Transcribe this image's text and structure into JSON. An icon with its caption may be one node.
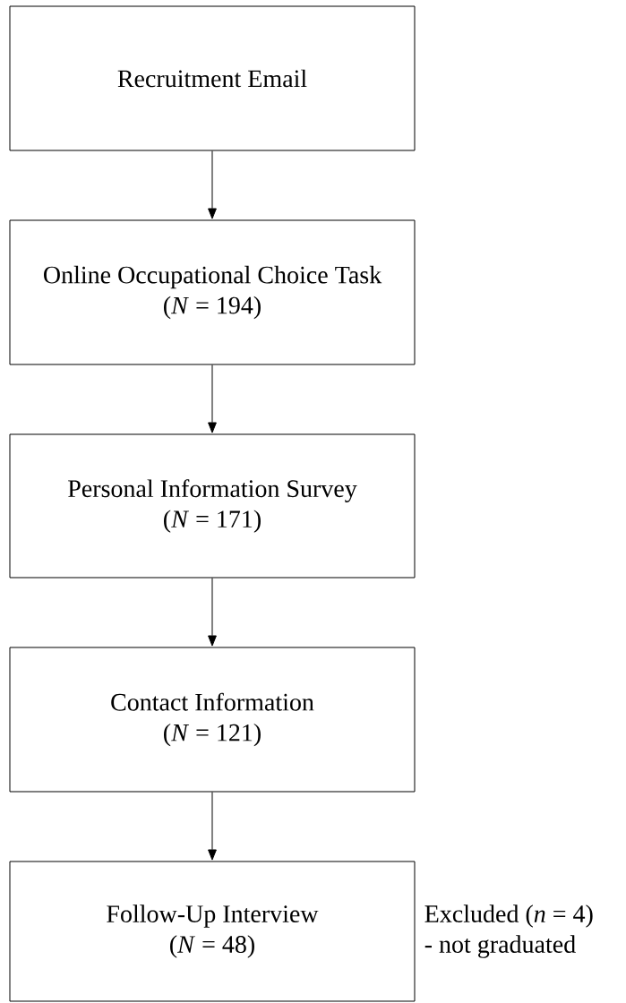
{
  "diagram": {
    "nodes": [
      {
        "text": [
          "Recruitment Email"
        ]
      },
      {
        "text": [
          "Online Occupational Choice Task",
          "(*N* = 194)"
        ]
      },
      {
        "text": [
          "Personal Information Survey",
          "(*N* = 171)"
        ]
      },
      {
        "text": [
          "Contact Information",
          "(*N* = 121)"
        ]
      },
      {
        "text": [
          "Follow-Up Interview",
          "(*N* = 48)"
        ],
        "beside": [
          "Excluded (*n* = 4)",
          "- not graduated"
        ]
      }
    ],
    "edges": [
      {
        "from": 0,
        "to": 1,
        "arrow": "to"
      },
      {
        "from": 1,
        "to": 2,
        "arrow": "to"
      },
      {
        "from": 2,
        "to": 3,
        "arrow": "to"
      },
      {
        "from": 3,
        "to": 4,
        "arrow": "to"
      }
    ]
  }
}
